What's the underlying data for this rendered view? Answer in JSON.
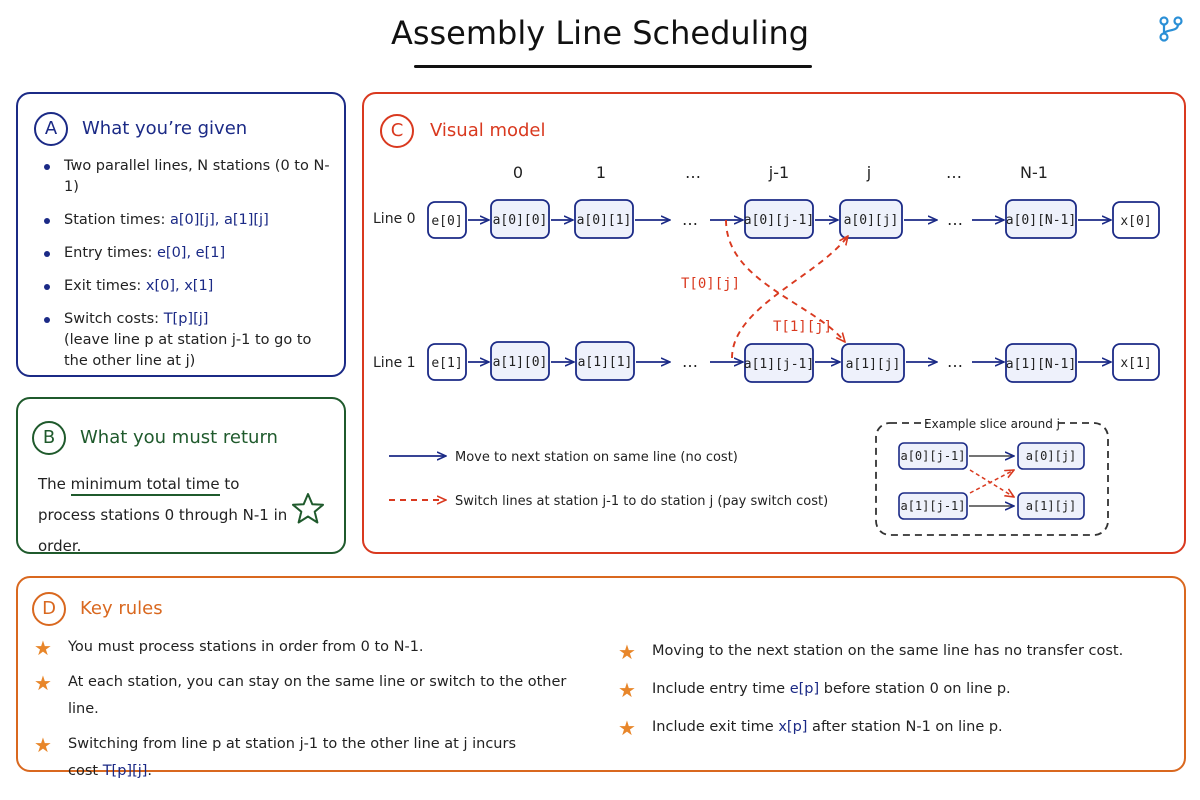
{
  "title": "Assembly Line Scheduling",
  "logo_icon": "git-branch-icon",
  "colors": {
    "navy": "#1b2a86",
    "green": "#1f5a2c",
    "red": "#d9391f",
    "orange": "#d9681f",
    "star": "#e8862a"
  },
  "panel_a": {
    "badge": "A",
    "heading": "What you’re given",
    "items": [
      {
        "text": "Two parallel lines, N stations (0 to N-1)"
      },
      {
        "label": "Station times: ",
        "code": "a[0][j], a[1][j]"
      },
      {
        "label": "Entry times: ",
        "code": "e[0], e[1]"
      },
      {
        "label": "Exit times: ",
        "code": "x[0], x[1]"
      },
      {
        "label": "Switch costs: ",
        "code": "T[p][j]",
        "note": "(leave line p at station j-1 to go to the other line at j)"
      }
    ]
  },
  "panel_b": {
    "badge": "B",
    "heading": "What you must return",
    "text_before": "The ",
    "underlined": "minimum total time",
    "text_after": " to process stations 0 through N-1 in order.",
    "icon": "star-outline-icon"
  },
  "panel_c": {
    "badge": "C",
    "heading": "Visual model",
    "column_labels": [
      "0",
      "1",
      "…",
      "j-1",
      "j",
      "…",
      "N-1"
    ],
    "line0": {
      "label": "Line 0",
      "nodes": [
        "e[0]",
        "a[0][0]",
        "a[0][1]",
        "a[0][j-1]",
        "a[0][j]",
        "a[0][N-1]",
        "x[0]"
      ]
    },
    "line1": {
      "label": "Line 1",
      "nodes": [
        "e[1]",
        "a[1][0]",
        "a[1][1]",
        "a[1][j-1]",
        "a[1][j]",
        "a[1][N-1]",
        "x[1]"
      ]
    },
    "ellipsis": "…",
    "switch_labels": [
      "T[0][j]",
      "T[1][j]"
    ],
    "legend": {
      "solid": "Move to next station on same line (no cost)",
      "dashed": "Switch lines at station j-1 to do station j (pay switch cost)"
    },
    "example": {
      "title": "Example slice around j",
      "nodes": [
        "a[0][j-1]",
        "a[0][j]",
        "a[1][j-1]",
        "a[1][j]"
      ]
    }
  },
  "panel_d": {
    "badge": "D",
    "heading": "Key rules",
    "left_rules": [
      {
        "parts": [
          {
            "t": "You must process stations in order from 0 to N-1."
          }
        ]
      },
      {
        "parts": [
          {
            "t": "At each station, you can stay on the same line or switch to the other line."
          }
        ]
      },
      {
        "parts": [
          {
            "t": "Switching from line p at station j-1 to the other line at j incurs cost "
          },
          {
            "t": "T[p][j]",
            "code": true
          },
          {
            "t": "."
          }
        ]
      }
    ],
    "right_rules": [
      {
        "parts": [
          {
            "t": "Moving to the next station on the same line has no transfer cost."
          }
        ]
      },
      {
        "parts": [
          {
            "t": "Include entry time "
          },
          {
            "t": "e[p]",
            "code": true
          },
          {
            "t": " before station 0 on line p."
          }
        ]
      },
      {
        "parts": [
          {
            "t": "Include exit time "
          },
          {
            "t": "x[p]",
            "code": true
          },
          {
            "t": " after station N-1 on line p."
          }
        ]
      }
    ]
  }
}
